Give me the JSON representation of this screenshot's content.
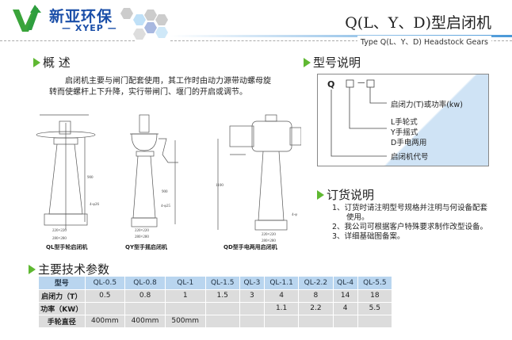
{
  "header": {
    "logo_cn": "新亚环保",
    "logo_en": "XYEP",
    "title": "Q(L、Y、D)型启闭机",
    "subtitle": "Type Q(L、Y、D) Headstock Gears"
  },
  "overview": {
    "heading": "概  述",
    "text": "启闭机主要与闸门配套使用，其工作时由动力源带动螺母旋转而使螺杆上下升降，实行带闸门、堰门的开启或调节。",
    "drawings": [
      {
        "caption": "QL型手轮启闭机",
        "height": "900",
        "hole": "4-φ26",
        "base_inner": "220×220",
        "base_outer": "280×280"
      },
      {
        "caption": "QY型手摇启闭机",
        "height": "900",
        "hole": "4-φ25",
        "base_inner": "220×220",
        "base_outer": "280×280"
      },
      {
        "caption": "QD型手电两用启闭机",
        "height": "1100",
        "hole": "4-φ",
        "base_inner": "220×220",
        "base_outer": "280×280"
      }
    ]
  },
  "model": {
    "heading": "型号说明",
    "q": "Q",
    "dash": "—",
    "force": "启闭力(T)或功率(kw)",
    "types": [
      "L手轮式",
      "Y手摇式",
      "D手电两用"
    ],
    "code": "启闭机代号"
  },
  "order": {
    "heading": "订货说明",
    "items": [
      "1、订货时请注明型号规格并注明与何设备配套使用。",
      "2、我公司可根据客户特殊要求制作改型设备。",
      "3、详细基础图备案。"
    ]
  },
  "specs": {
    "heading": "主要技术参数",
    "rows": [
      [
        "型号",
        "QL-0.5",
        "QL-0.8",
        "QL-1",
        "QL-1.5",
        "QL-3",
        "QL-1.1",
        "QL-2.2",
        "QL-4",
        "QL-5.5"
      ],
      [
        "启闭力（T）",
        "0.5",
        "0.8",
        "1",
        "1.5",
        "3",
        "4",
        "8",
        "14",
        "18"
      ],
      [
        "功率（KW）",
        "",
        "",
        "",
        "",
        "",
        "1.1",
        "2.2",
        "4",
        "5.5"
      ],
      [
        "手轮直径",
        "400mm",
        "400mm",
        "500mm",
        "",
        "",
        "",
        "",
        "",
        ""
      ]
    ]
  },
  "colors": {
    "accent": "#5fb832",
    "brand": "#1a4ea8",
    "table_header": "#b9d5ef",
    "table_row": "#dcdcdc"
  }
}
